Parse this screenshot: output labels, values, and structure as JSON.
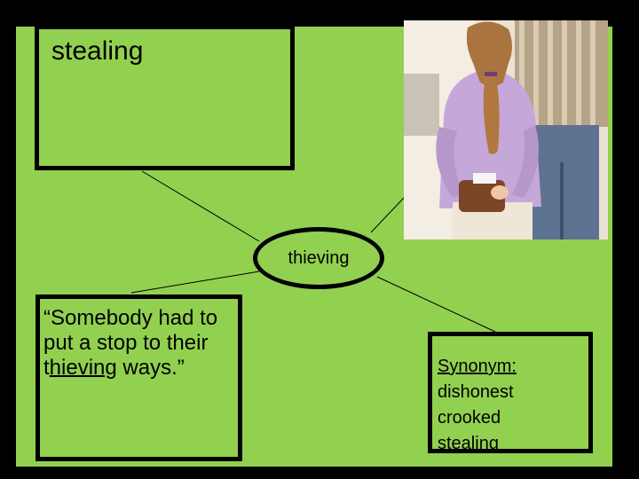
{
  "center_node": {
    "label": "thieving"
  },
  "top_node": {
    "text": "stealing"
  },
  "example_node": {
    "text_before": "“Somebody had to put a stop to their t",
    "text_underlined": "hieving",
    "text_after": " ways.”"
  },
  "synonym_node": {
    "heading": "Synonym:",
    "items": [
      "dishonest",
      "crooked",
      "stealing"
    ]
  },
  "colors": {
    "background": "#92d050",
    "border": "#000000",
    "outer": "#000000"
  },
  "illustration": {
    "icon": "girl-hiding-wallet-photo"
  }
}
